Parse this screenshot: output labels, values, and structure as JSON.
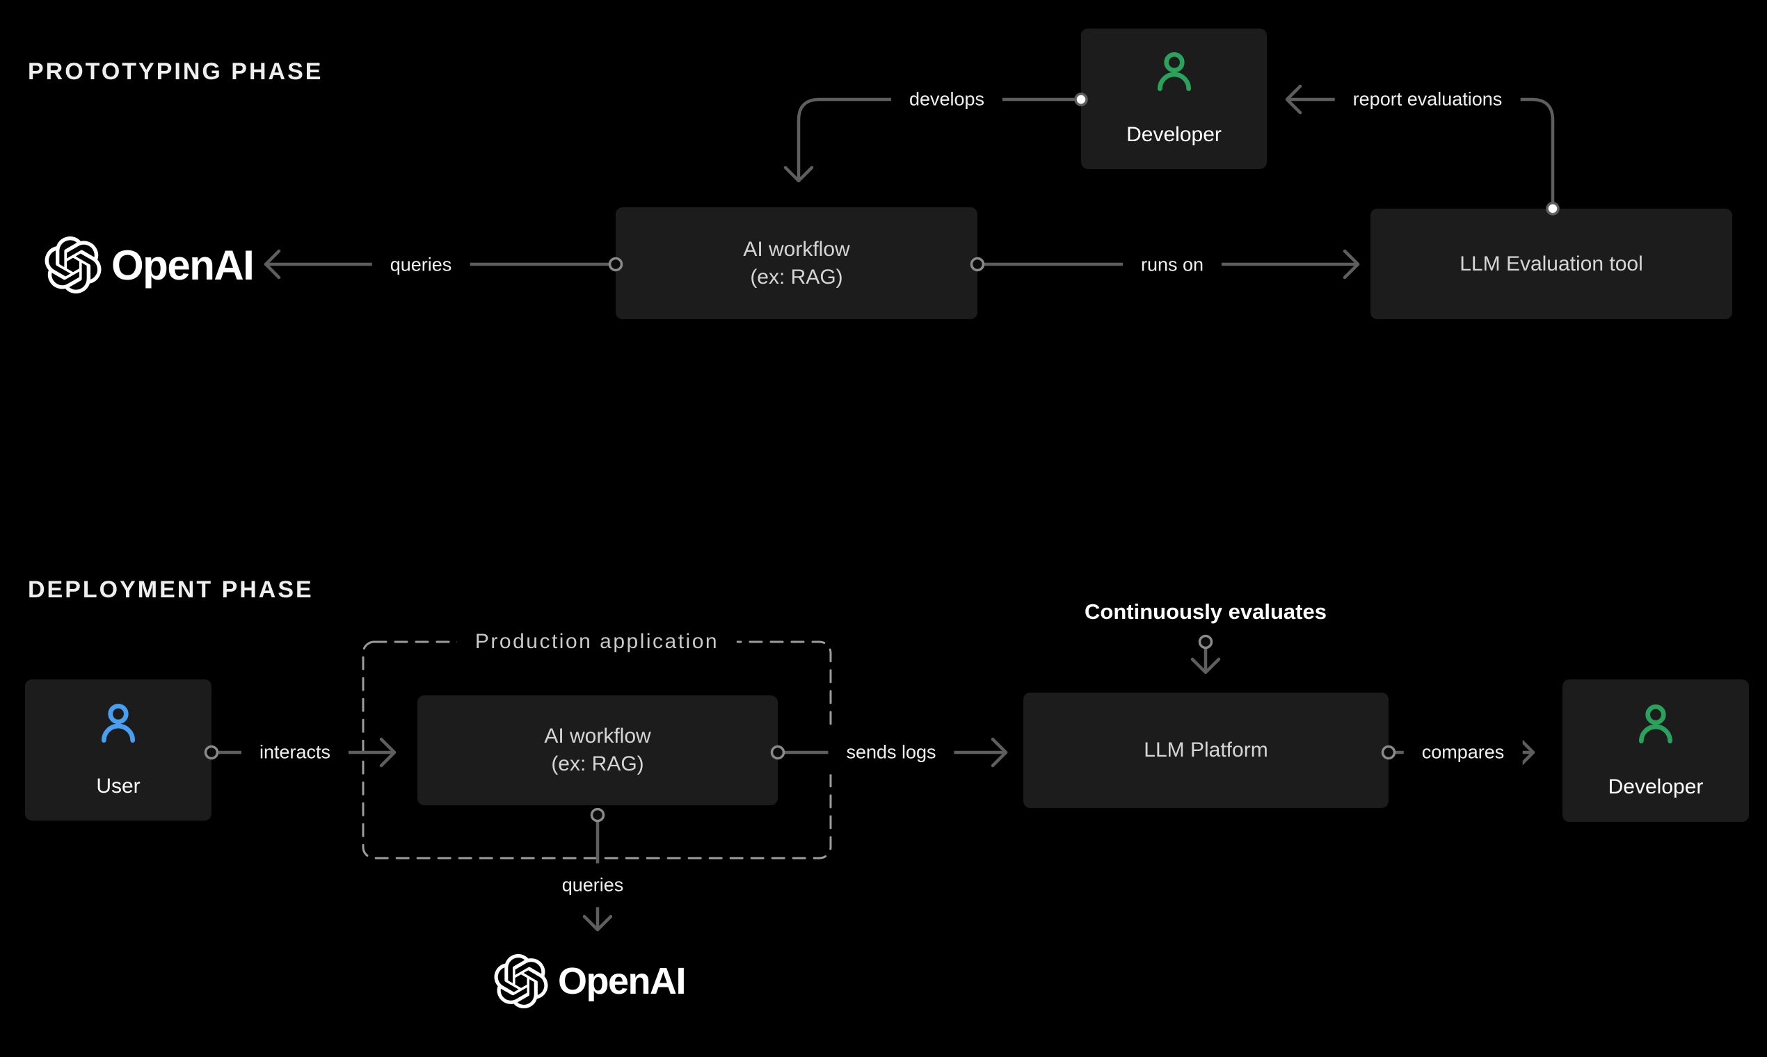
{
  "colors": {
    "bg": "#000000",
    "box-bg": "#1c1c1c",
    "line": "#5e5e5e",
    "dash": "#9c9c9c",
    "accent-green": "#2ba25c",
    "accent-blue": "#489ef0",
    "label-text": "#f0f0f0",
    "box-text": "#ffffff",
    "box-text-dim": "#d5d5d5"
  },
  "prototyping": {
    "title": "PROTOTYPING PHASE",
    "nodes": {
      "developer": "Developer",
      "ai_workflow_line1": "AI workflow",
      "ai_workflow_line2": "(ex: RAG)",
      "eval_tool": "LLM Evaluation tool"
    },
    "openai_wordmark": "OpenAI",
    "edges": {
      "develops": "develops",
      "report_evaluations": "report evaluations",
      "queries": "queries",
      "runs_on": "runs on"
    }
  },
  "deployment": {
    "title": "DEPLOYMENT PHASE",
    "production_app": "Production application",
    "continuously_evaluates": "Continuously evaluates",
    "nodes": {
      "user": "User",
      "ai_workflow_line1": "AI workflow",
      "ai_workflow_line2": "(ex: RAG)",
      "llm_platform": "LLM Platform",
      "developer": "Developer"
    },
    "openai_wordmark": "OpenAI",
    "edges": {
      "interacts": "interacts",
      "sends_logs": "sends logs",
      "compares": "compares",
      "queries": "queries"
    }
  }
}
